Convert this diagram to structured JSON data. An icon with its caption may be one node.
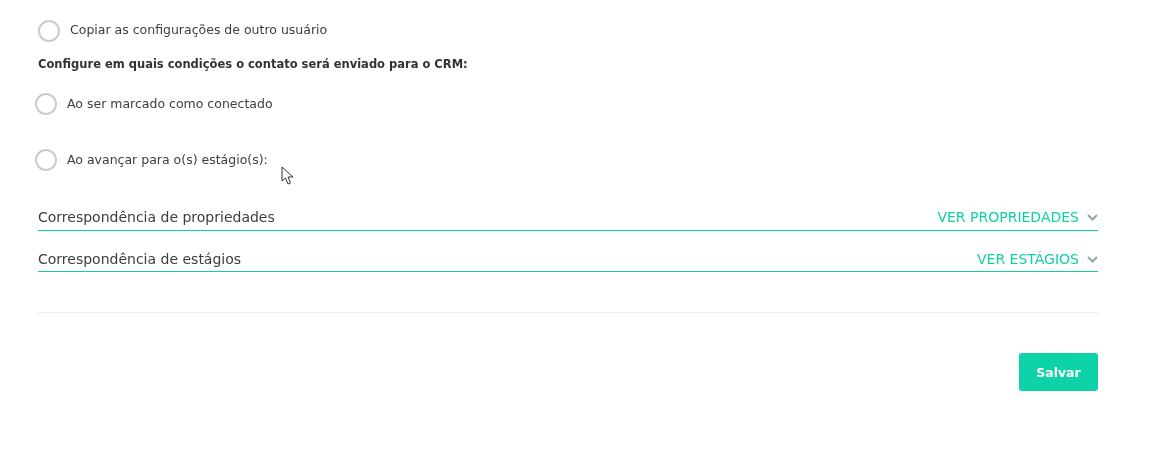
{
  "diagram": {
    "labels": [
      "Copiar as configurações de outro usuário",
      "Configure em quais condições o contato será enviado para o CRM:",
      "Ao ser marcado como conectado",
      "Ao avançar para o(s) estágio(s):",
      "Correspondência de propriedades",
      "VER PROPRIEDADES",
      "Correspondência de estágios",
      "VER ESTÁGIOS",
      "Salvar"
    ]
  }
}
